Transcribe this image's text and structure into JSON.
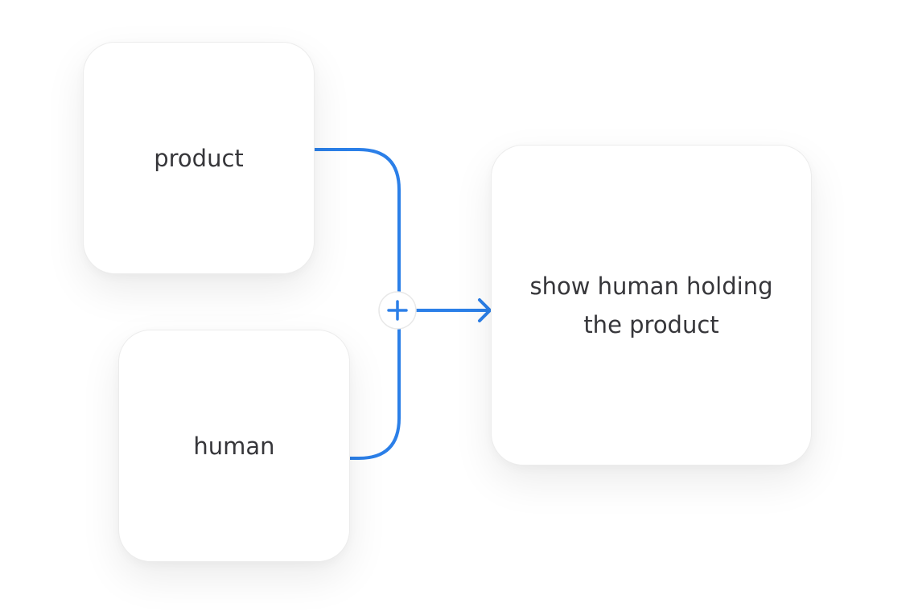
{
  "diagram": {
    "inputs": [
      {
        "label": "product"
      },
      {
        "label": "human"
      }
    ],
    "operator": {
      "icon": "plus-icon"
    },
    "output": {
      "lines": [
        "show human holding",
        "the product"
      ]
    },
    "colors": {
      "connector": "#2b7fe8",
      "text": "#36363a",
      "card_border": "#ececec",
      "background": "#ffffff"
    }
  }
}
